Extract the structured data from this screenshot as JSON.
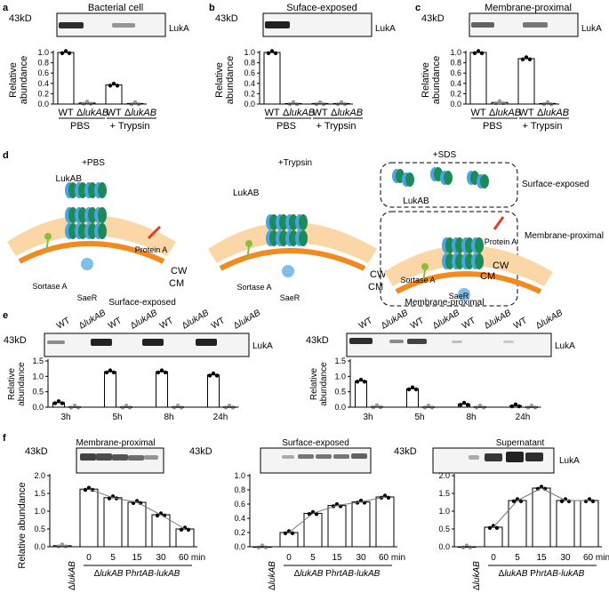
{
  "panels": {
    "a": {
      "letter": "a",
      "title": "Bacterial cell",
      "kd": "43kD",
      "protein": "LukA",
      "y_label": [
        "Relative",
        "abundance"
      ],
      "yticks": [
        "0.0",
        "0.2",
        "0.4",
        "0.6",
        "0.8",
        "1.0"
      ],
      "groups": [
        "PBS",
        "+ Trypsin"
      ]
    },
    "b": {
      "letter": "b",
      "title": "Suface-exposed",
      "kd": "43kD",
      "protein": "LukA",
      "y_label": [
        "Relative",
        "abundance"
      ],
      "yticks": [
        "0.0",
        "0.2",
        "0.4",
        "0.6",
        "0.8",
        "1.0"
      ],
      "groups": [
        "PBS",
        "+ Trypsin"
      ]
    },
    "c": {
      "letter": "c",
      "title": "Membrane-proximal",
      "kd": "43kD",
      "protein": "LukA",
      "y_label": [
        "Relative",
        "abundance"
      ],
      "yticks": [
        "0.0",
        "0.2",
        "0.4",
        "0.6",
        "0.8",
        "1.0"
      ],
      "groups": [
        "PBS",
        "+ Trypsin"
      ]
    },
    "d": {
      "letter": "d",
      "conditions": [
        "+PBS",
        "+Trypsin",
        "+SDS"
      ],
      "labels": {
        "lukab": "LukAB",
        "protein_a": "Protein A",
        "cw": "CW",
        "cm": "CM",
        "sortase": "Sortase A",
        "saer": "SaeR",
        "surface": "Surface-exposed",
        "membrane": "Membrane-proximal"
      }
    },
    "e": {
      "letter": "e",
      "titles": [
        "Surface-exposed",
        "Membrane-proximal"
      ],
      "kd": "43kD",
      "protein": "LukA",
      "y_label": [
        "Relative",
        "abundance"
      ],
      "yticks": [
        "0.0",
        "0.5",
        "1.0",
        "1.5"
      ],
      "times": [
        "3h",
        "5h",
        "8h",
        "24h"
      ],
      "lanes": [
        "WT",
        "ΔlukAB",
        "WT",
        "ΔlukAB",
        "WT",
        "ΔlukAB",
        "WT",
        "ΔlukAB"
      ]
    },
    "f": {
      "letter": "f",
      "titles": [
        "Membrane-proximal",
        "Surface-exposed",
        "Supernatant"
      ],
      "kd": "43kD",
      "protein": "LukA",
      "y_label": "Relative abundance",
      "yticks1": [
        "0.0",
        "0.5",
        "1.0",
        "1.5",
        "2.0"
      ],
      "yticks2": [
        "0.0",
        "0.2",
        "0.4",
        "0.6",
        "0.8",
        "1.0"
      ],
      "yticks3": [
        "0.0",
        "0.5",
        "1.0",
        "1.5",
        "2.0"
      ],
      "xcats": [
        "0",
        "5",
        "15",
        "30",
        "60 min"
      ],
      "ctrl": "ΔlukAB",
      "xlabel_a": "ΔlukAB",
      "xlabel_b": " PhrtAB-lukAB"
    }
  },
  "wt": "WT",
  "delta": "ΔlukAB",
  "chart_data": [
    {
      "type": "bar",
      "panel": "a",
      "categories": [
        "WT",
        "ΔlukAB",
        "WT",
        "ΔlukAB"
      ],
      "values": [
        1.0,
        0.02,
        0.37,
        0.01
      ],
      "ylim": [
        0,
        1.1
      ]
    },
    {
      "type": "bar",
      "panel": "b",
      "categories": [
        "WT",
        "ΔlukAB",
        "WT",
        "ΔlukAB"
      ],
      "values": [
        1.0,
        0.01,
        0.01,
        0.01
      ],
      "ylim": [
        0,
        1.1
      ]
    },
    {
      "type": "bar",
      "panel": "c",
      "categories": [
        "WT",
        "ΔlukAB",
        "WT",
        "ΔlukAB"
      ],
      "values": [
        1.0,
        0.03,
        0.88,
        0.01
      ],
      "ylim": [
        0,
        1.1
      ]
    },
    {
      "type": "bar",
      "panel": "e-surface",
      "categories": [
        "WT 3h",
        "ΔlukAB 3h",
        "WT 5h",
        "ΔlukAB 5h",
        "WT 8h",
        "ΔlukAB 8h",
        "WT 24h",
        "ΔlukAB 24h"
      ],
      "values": [
        0.15,
        0.01,
        1.15,
        0.01,
        1.15,
        0.01,
        1.05,
        0.01
      ],
      "ylim": [
        0,
        1.5
      ]
    },
    {
      "type": "bar",
      "panel": "e-membrane",
      "categories": [
        "WT 3h",
        "ΔlukAB 3h",
        "WT 5h",
        "ΔlukAB 5h",
        "WT 8h",
        "ΔlukAB 8h",
        "WT 24h",
        "ΔlukAB 24h"
      ],
      "values": [
        0.85,
        0.02,
        0.6,
        0.01,
        0.1,
        0.01,
        0.05,
        0.01
      ],
      "ylim": [
        0,
        1.5
      ]
    },
    {
      "type": "bar",
      "panel": "f-membrane",
      "categories": [
        "ΔlukAB",
        "0",
        "5",
        "15",
        "30",
        "60"
      ],
      "values": [
        0.03,
        1.62,
        1.38,
        1.25,
        0.9,
        0.5
      ],
      "ylim": [
        0,
        2.0
      ]
    },
    {
      "type": "bar",
      "panel": "f-surface",
      "categories": [
        "ΔlukAB",
        "0",
        "5",
        "15",
        "30",
        "60"
      ],
      "values": [
        0.0,
        0.2,
        0.47,
        0.58,
        0.63,
        0.7
      ],
      "ylim": [
        0,
        1.0
      ]
    },
    {
      "type": "bar",
      "panel": "f-supernatant",
      "categories": [
        "ΔlukAB",
        "0",
        "5",
        "15",
        "30",
        "60"
      ],
      "values": [
        0.0,
        0.55,
        1.3,
        1.65,
        1.3,
        1.3
      ],
      "ylim": [
        0,
        2.0
      ]
    }
  ]
}
